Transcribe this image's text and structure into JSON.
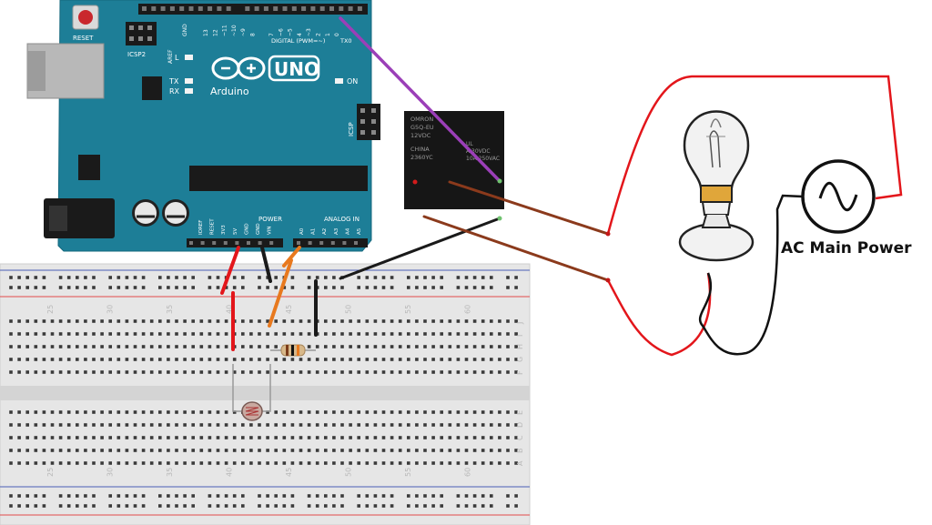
{
  "arduino": {
    "reset_label": "RESET",
    "icsp2_label": "ICSP2",
    "icsp_label": "ICSP",
    "aref_label": "AREF",
    "gnd_label": "GND",
    "digital_header": "DIGITAL (PWM=~)",
    "tx0_label": "TX0",
    "digital_pins": [
      "13",
      "12",
      "~11",
      "~10",
      "~9",
      "8",
      "7",
      "~6",
      "~5",
      "4",
      "~3",
      "2",
      "1",
      "0"
    ],
    "l_label": "L",
    "tx_label": "TX",
    "rx_label": "RX",
    "on_label": "ON",
    "brand": "Arduino",
    "model": "UNO",
    "power_header": "POWER",
    "analog_header": "ANALOG IN",
    "power_pins": [
      "IOREF",
      "RESET",
      "3V3",
      "5V",
      "GND",
      "GND",
      "VIN"
    ],
    "analog_pins": [
      "A0",
      "A1",
      "A2",
      "A3",
      "A4",
      "A5"
    ]
  },
  "relay": {
    "lines": [
      "OMRON",
      "G5Q-EU",
      "12VDC",
      "CHINA",
      "2360YC"
    ],
    "rating": [
      "UL",
      "A 30VDC",
      "10A 250VAC"
    ]
  },
  "breadboard": {
    "column_numbers": [
      "25",
      "30",
      "35",
      "40",
      "45",
      "50",
      "55",
      "60"
    ],
    "row_letters_top": [
      "J",
      "I",
      "H",
      "G",
      "F"
    ],
    "row_letters_bottom": [
      "E",
      "D",
      "C",
      "B",
      "A"
    ]
  },
  "ac_power": {
    "label": "AC Main Power"
  },
  "colors": {
    "board": "#1d7e97",
    "wire_red": "#e3161b",
    "wire_black": "#1a1a1a",
    "wire_orange": "#e8791e",
    "wire_purple": "#9b3fb8",
    "wire_brown": "#8b3a1c",
    "rail_red": "#e14b4b",
    "rail_blue": "#4b5fb5"
  }
}
